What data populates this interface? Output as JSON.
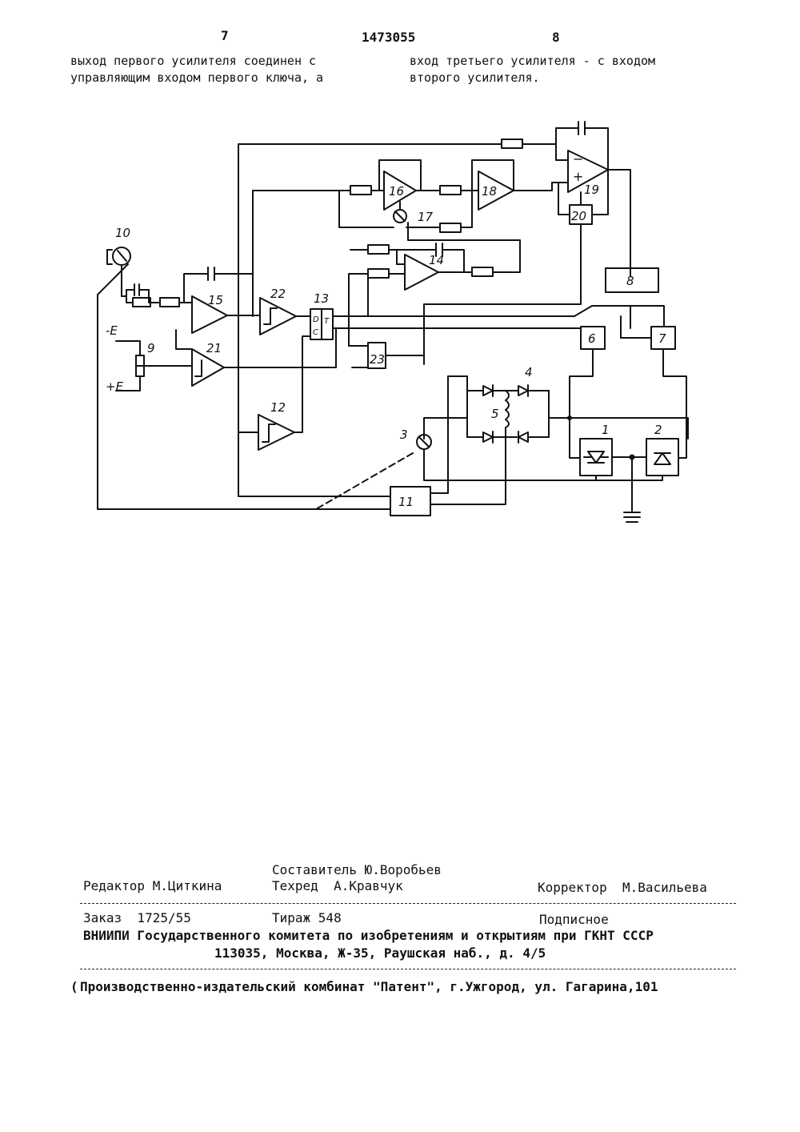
{
  "header": {
    "page_left": "7",
    "patent_number": "1473055",
    "page_right": "8"
  },
  "top_text": {
    "left_line1": "выход первого усилителя соединен с",
    "left_line2": "управляющим входом первого ключа, а",
    "right_line1": "вход третьего усилителя - с входом",
    "right_line2": "второго усилителя."
  },
  "diagram": {
    "labels": {
      "b1": "1",
      "b2": "2",
      "b3": "3",
      "b4": "4",
      "b5": "5",
      "b6": "6",
      "b7": "7",
      "b8": "8",
      "b9": "9",
      "b10": "10",
      "b11": "11",
      "b12": "12",
      "b13": "13",
      "b14": "14",
      "b15": "15",
      "b16": "16",
      "b17": "17",
      "b18": "18",
      "b19": "19",
      "b20": "20",
      "b21": "21",
      "b22": "22",
      "b23": "23",
      "minus_e": "-E",
      "plus_e": "+E",
      "t_label": "T",
      "d_label": "D",
      "c_label": "C",
      "minus_sign": "−",
      "plus_sign": "+"
    }
  },
  "footer": {
    "compiler": "Составитель Ю.Воробьев",
    "editor": "Редактор М.Циткина",
    "techred": "Техред  А.Кравчук",
    "corrector": "Корректор  М.Васильева",
    "order": "Заказ  1725/55",
    "circulation": "Тираж 548",
    "subscription": "Подписное",
    "institute": "ВНИИПИ Государственного комитета по изобретениям и открытиям при ГКНТ СССР",
    "address": "113035, Москва, Ж-35, Раушская наб., д. 4/5",
    "publisher_mark": "(",
    "publisher": "Производственно-издательский комбинат \"Патент\", г.Ужгород, ул. Гагарина,101"
  }
}
